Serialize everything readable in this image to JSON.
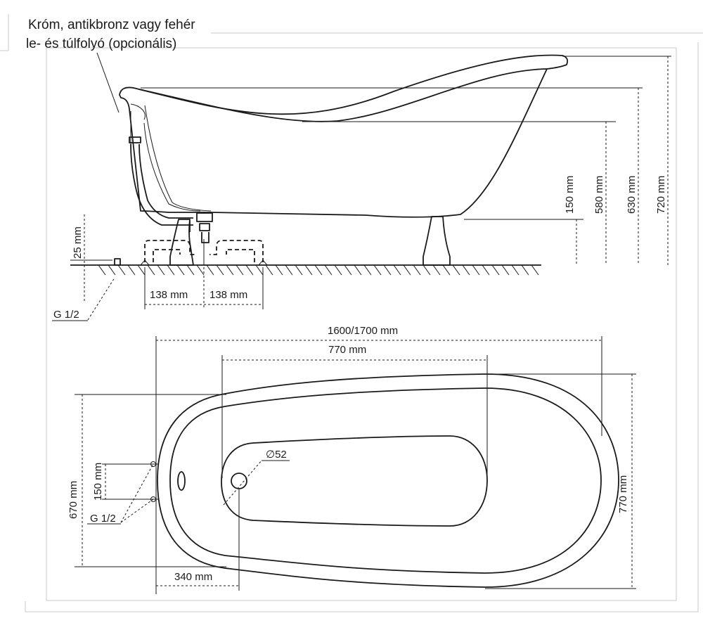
{
  "caption": {
    "line1": "Króm, antikbronz vagy fehér",
    "line2": "le- és túlfolyó (opcionális)"
  },
  "side_view": {
    "dims": {
      "tub_floor_height": "150 mm",
      "rim_height": "580 mm",
      "headrest_height": "630 mm",
      "total_height": "720 mm",
      "pipe_height": "25 mm",
      "left_spacing": "138 mm",
      "right_spacing": "138 mm"
    },
    "connection_label": "G 1/2"
  },
  "top_view": {
    "dims": {
      "total_length": "1600/1700 mm",
      "inner_length": "770 mm",
      "width_left": "670 mm",
      "width_right": "770 mm",
      "tap_spacing": "150 mm",
      "drain_offset": "340 mm",
      "drain_diameter": "∅52"
    },
    "connection_label": "G 1/2"
  },
  "colors": {
    "line": "#1a1a1a",
    "frame": "#c8c8c8",
    "background": "#ffffff"
  }
}
